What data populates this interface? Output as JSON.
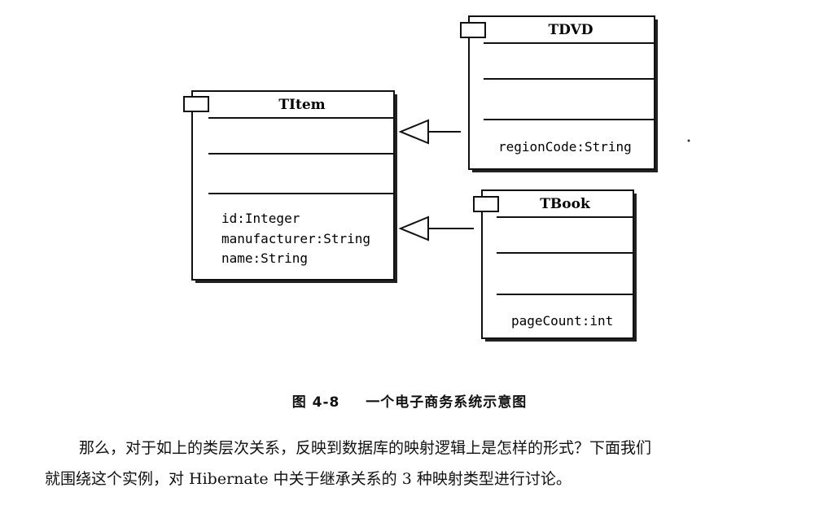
{
  "diagram": {
    "classes": {
      "titem": {
        "name": "TItem",
        "attributes": [
          "id:Integer",
          "manufacturer:String",
          "name:String"
        ]
      },
      "tdvd": {
        "name": "TDVD",
        "attributes": [
          "regionCode:String"
        ]
      },
      "tbook": {
        "name": "TBook",
        "attributes": [
          "pageCount:int"
        ]
      }
    },
    "relations": [
      "TDVD inherits TItem",
      "TBook inherits TItem"
    ]
  },
  "caption": {
    "figure": "图 4-8",
    "text": "一个电子商务系统示意图"
  },
  "paragraph": {
    "line1": "那么，对于如上的类层次关系，反映到数据库的映射逻辑上是怎样的形式？下面我们",
    "line2": "就围绕这个实例，对 Hibernate 中关于继承关系的 3 种映射类型进行讨论。"
  }
}
